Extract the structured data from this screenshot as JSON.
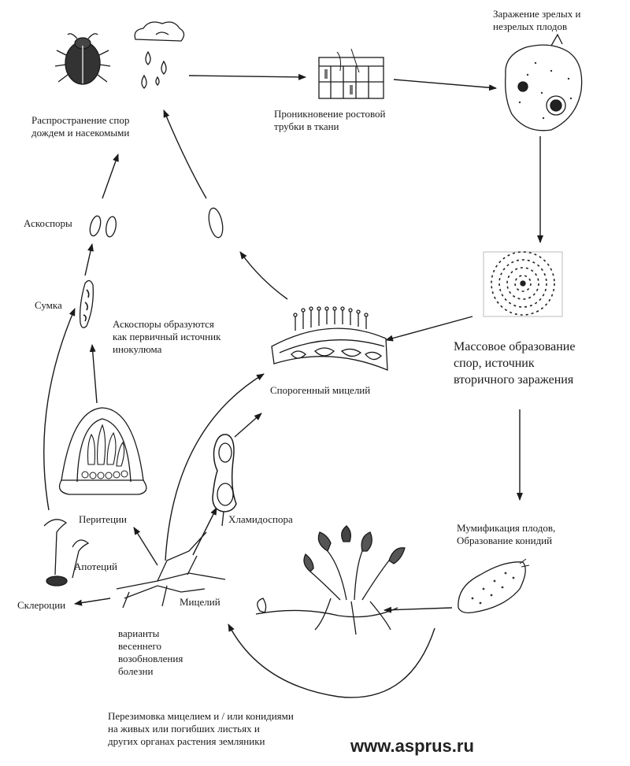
{
  "labels": {
    "spread": "Распространение спор\nдождем и насекомыми",
    "penetration": "Проникновение ростовой\nтрубки в ткани",
    "infection": "Заражение зрелых и\nнезрелых плодов",
    "ascospores": "Аскоспоры",
    "ascus": "Сумка",
    "ascospores_note": "Аскоспоры образуются\nкак первичный источник\nинокулюма",
    "mass_spores": "Массовое образование\nспор, источник\nвторичного заражения",
    "sporogenic_mycelium": "Спорогенный мицелий",
    "perithecia": "Перитеции",
    "chlamydospore": "Хламидоспора",
    "apothecium": "Апотеций",
    "mummification": "Мумификация плодов,\nОбразование конидий",
    "sclerotia": "Склероции",
    "mycelium": "Мицелий",
    "variants": "варианты\nвесеннего\nвозобновления\nболезни",
    "overwintering": "Перезимовка мицелием и  /  или конидиями\nна живых или погибших листьях и\nдругих органах растения земляники"
  },
  "watermark": "www.asprus.ru",
  "colors": {
    "ink": "#1a1a1a",
    "background": "#ffffff"
  },
  "icons": [
    "beetle-icon",
    "rain-cloud-icon",
    "tissue-icon",
    "strawberry-icon",
    "spore-mass-icon",
    "ascospores-icon",
    "ascus-icon",
    "spore-icon",
    "sporulation-tissue-icon",
    "perithecium-icon",
    "chlamydospore-icon",
    "apothecium-icon",
    "sclerotium-icon",
    "mycelium-icon",
    "strawberry-plant-icon",
    "mummified-fruit-icon"
  ]
}
